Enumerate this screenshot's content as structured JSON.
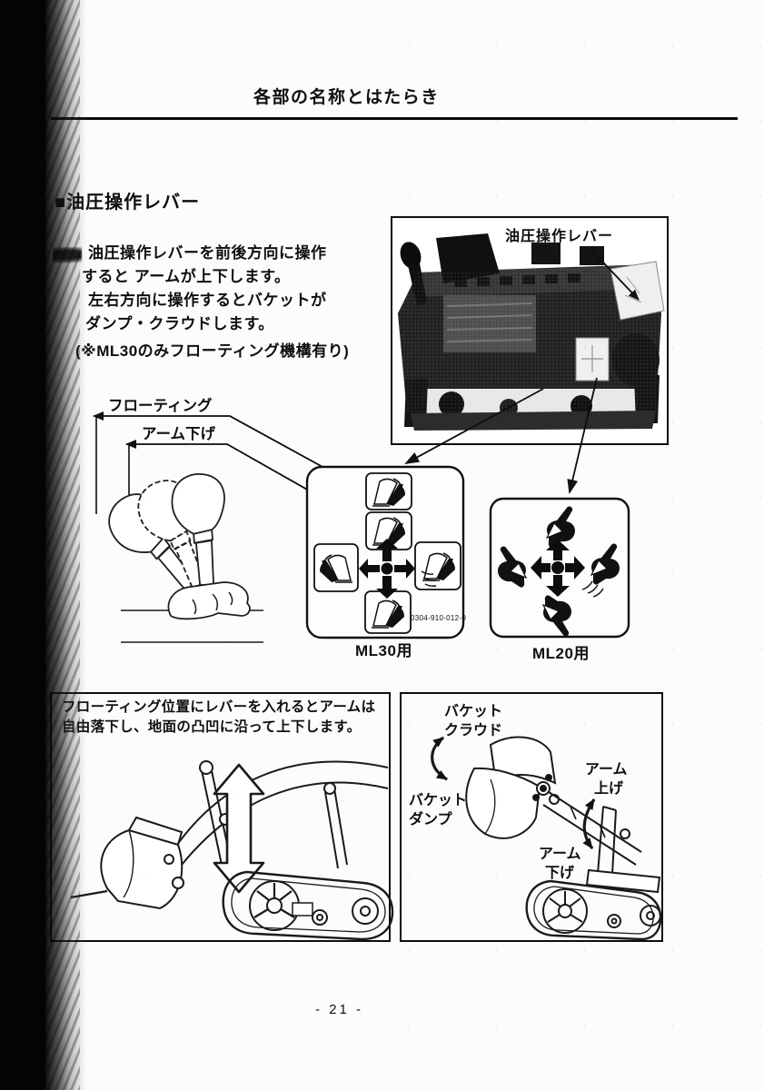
{
  "page": {
    "header": "各部の名称とはたらき",
    "page_number": "- 21 -"
  },
  "section": {
    "heading": "■油圧操作レバー",
    "body": [
      "油圧操作レバーを前後方向に操作",
      "すると アームが上下します。",
      "左右方向に操作するとバケットが",
      "ダンプ・クラウドします。",
      "(※ML30のみフローティング機構有り)"
    ]
  },
  "photo": {
    "caption": "油圧操作レバー"
  },
  "control_diagram": {
    "floating_label": "フローティング",
    "arm_down_label": "アーム下げ",
    "ml30_caption": "ML30用",
    "ml20_caption": "ML20用",
    "part_number": "0304-910-012-0"
  },
  "floating_note": {
    "line1": "フローティング位置にレバーを入れるとアームは",
    "line2": "自由落下し、地面の凸凹に沿って上下します。"
  },
  "operation_labels": {
    "bucket_crowd_1": "バケット",
    "bucket_crowd_2": "クラウド",
    "bucket_dump_1": "バケット",
    "bucket_dump_2": "ダンプ",
    "arm_up_1": "アーム",
    "arm_up_2": "上げ",
    "arm_down_1": "アーム",
    "arm_down_2": "下げ"
  }
}
